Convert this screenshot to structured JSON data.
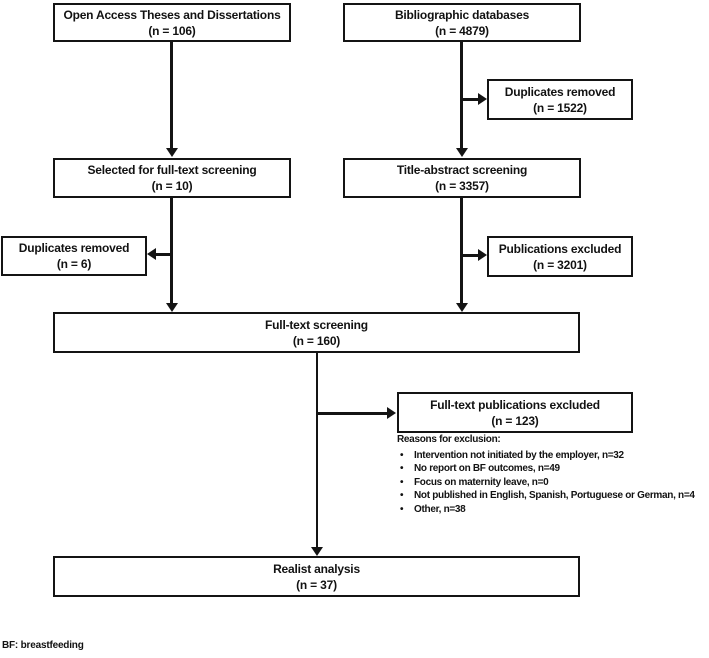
{
  "figure": {
    "boxes": {
      "open_access": {
        "title": "Open Access Theses and Dissertations",
        "count": "(n = 106)"
      },
      "bibliographic": {
        "title": "Bibliographic databases",
        "count": "(n = 4879)"
      },
      "duplicates_removed_db": {
        "title": "Duplicates removed",
        "count": "(n = 1522)"
      },
      "selected_full_text": {
        "title": "Selected for full-text screening",
        "count": "(n = 10)"
      },
      "title_abstract": {
        "title": "Title-abstract screening",
        "count": "(n = 3357)"
      },
      "duplicates_removed_theses": {
        "title": "Duplicates removed",
        "count": "(n = 6)"
      },
      "publications_excluded": {
        "title": "Publications excluded",
        "count": "(n = 3201)"
      },
      "full_text_screening": {
        "title": "Full-text screening",
        "count": "(n = 160)"
      },
      "full_text_excluded": {
        "title": "Full-text publications excluded",
        "count": "(n = 123)"
      },
      "realist_analysis": {
        "title": "Realist analysis",
        "count": "(n = 37)"
      }
    },
    "exclusion_reasons": {
      "heading": "Reasons for exclusion:",
      "bullet": "•",
      "items": [
        "Intervention not initiated by the employer, n=32",
        "No report on BF outcomes, n=49",
        "Focus on maternity leave, n=0",
        "Not published in English, Spanish, Portuguese or German, n=4",
        "Other, n=38"
      ]
    },
    "footnote": "BF: breastfeeding",
    "colors": {
      "line": "#141414",
      "background": "#ffffff"
    }
  }
}
